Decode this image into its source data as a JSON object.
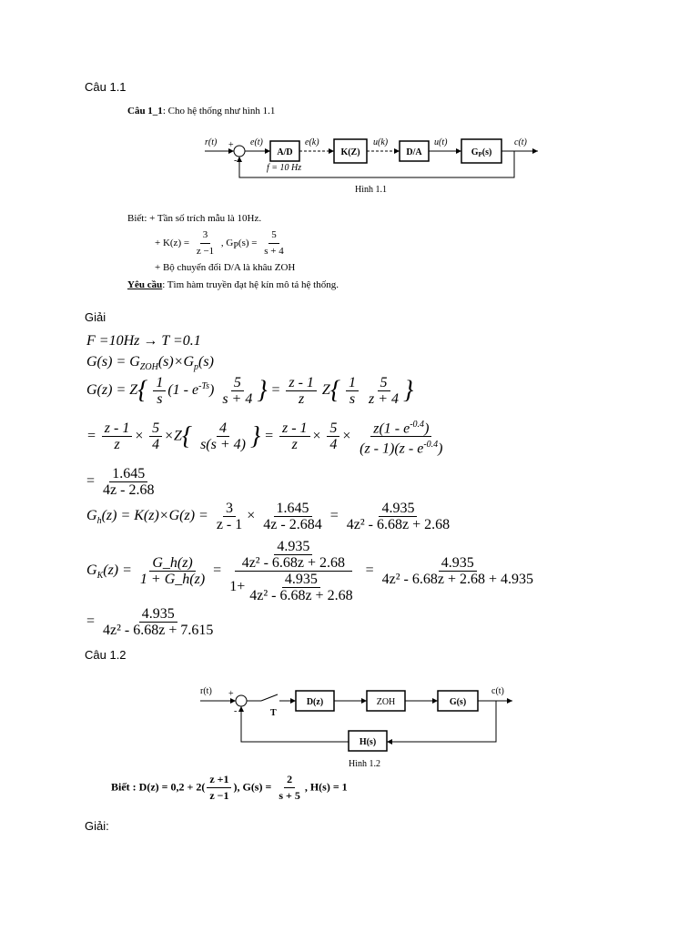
{
  "q1": {
    "heading": "Câu 1.1",
    "figure": {
      "title_bold": "Câu 1_1",
      "title_rest": ": Cho hệ thống như hình 1.1",
      "signals": {
        "r": "r(t)",
        "e": "e(t)",
        "ek": "e(k)",
        "uk": "u(k)",
        "u": "u(t)",
        "c": "c(t)",
        "plus": "+",
        "minus": "-"
      },
      "blocks": {
        "ad": "A/D",
        "k": "K(Z)",
        "da": "D/A",
        "gp": "G",
        "gp_sub": "P",
        "gp_tail": "(s)"
      },
      "freq": "f = 10 Hz",
      "caption": "Hình 1.1",
      "known_label": "Biết: + Tần số trích mẫu là 10Hz.",
      "k_lhs": "+  K(z) =",
      "k_num": "3",
      "k_den": "z −1",
      "gp_lhs": ", G",
      "gp_lhs_sub": "P",
      "gp_lhs_tail": "(s) =",
      "gp_num": "5",
      "gp_den": "s + 4",
      "zoh_note": "+ Bộ chuyển đổi D/A là khâu ZOH",
      "req_bold": "Yêu cầu",
      "req_rest": ": Tìm hàm truyền đạt hệ kín mô tả hệ thống."
    },
    "solution_label": "Giải",
    "math": {
      "l1": "F =10Hz → T =0.1",
      "l2": "G(s) = G",
      "l2_sub1": "ZOH",
      "l2_mid": "(s)×G",
      "l2_sub2": "p",
      "l2_end": "(s)",
      "l3_lhs": "G(z) = Z",
      "l3_f1n": "1",
      "l3_f1d": "s",
      "l3_paren": "(1 - e",
      "l3_sup": "-Ts",
      "l3_paren_end": ")",
      "l3_f2n": "5",
      "l3_f2d": "s + 4",
      "l3_eq": "=",
      "l3_f3n": "z - 1",
      "l3_f3d": "z",
      "l3_z": "Z",
      "l3_f4n": "1",
      "l3_f4d": "s",
      "l3_f5n": "5",
      "l3_f5d": "z + 4",
      "l4_eq": "=",
      "l4_f1n": "z - 1",
      "l4_f1d": "z",
      "l4_times": "×",
      "l4_f2n": "5",
      "l4_f2d": "4",
      "l4_z": "×Z",
      "l4_f3n": "4",
      "l4_f3d": "s(s + 4)",
      "l4_eq2": "=",
      "l4_f4n": "z - 1",
      "l4_f4d": "z",
      "l4_f5n": "5",
      "l4_f5d": "4",
      "l4_f6n_a": "z(1 - e",
      "l4_f6n_sup": "-0.4",
      "l4_f6n_b": ")",
      "l4_f6d_a": "(z - 1)(z - e",
      "l4_f6d_sup": "-0.4",
      "l4_f6d_b": ")",
      "l5_eq": "=",
      "l5_n": "1.645",
      "l5_d": "4z - 2.68",
      "l6_lhs": "G",
      "l6_sub": "h",
      "l6_mid": "(z) = K(z)×G(z) =",
      "l6_f1n": "3",
      "l6_f1d": "z - 1",
      "l6_f2n": "1.645",
      "l6_f2d": "4z - 2.684",
      "l6_eq": "=",
      "l6_f3n": "4.935",
      "l6_f3d": "4z² - 6.68z + 2.68",
      "l7_lhs": "G",
      "l7_sub": "K",
      "l7_mid": "(z) =",
      "l7_f1n": "G_h(z)",
      "l7_f1d": "1 + G_h(z)",
      "l7_eq": "=",
      "l7_top_n": "4.935",
      "l7_top_d": "4z² - 6.68z + 2.68",
      "l7_bot_pre": "1+",
      "l7_bot_n": "4.935",
      "l7_bot_d": "4z² - 6.68z + 2.68",
      "l7_eq2": "=",
      "l7_f3n": "4.935",
      "l7_f3d": "4z² - 6.68z + 2.68 + 4.935",
      "l8_eq": "=",
      "l8_n": "4.935",
      "l8_d": "4z² - 6.68z + 7.615"
    }
  },
  "q2": {
    "heading": "Câu 1.2",
    "figure": {
      "signals": {
        "r": "r(t)",
        "c": "c(t)",
        "plus": "+",
        "minus": "-",
        "t": "T"
      },
      "blocks": {
        "d": "D(z)",
        "zoh": "ZOH",
        "g": "G(s)",
        "h": "H(s)"
      },
      "caption": "Hình 1.2",
      "known_a": "Biết :  D(z) = 0,2 + 2(",
      "known_fn": "z +1",
      "known_fd": "z −1",
      "known_b": "), G(s) =",
      "known_gn": "2",
      "known_gd": "s + 5",
      "known_c": ", H(s) = 1"
    },
    "solution_label": "Giải:"
  }
}
